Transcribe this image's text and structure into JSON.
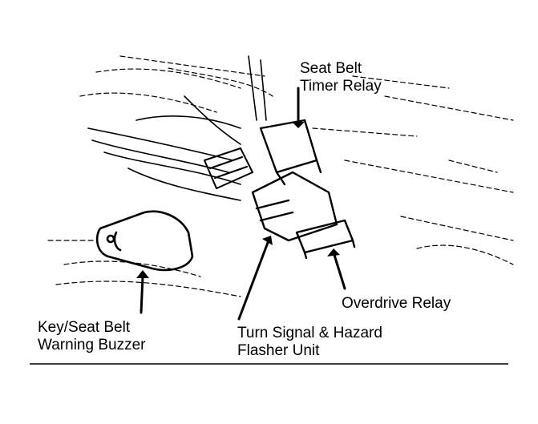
{
  "labels": {
    "seat_belt_timer_relay": {
      "line1": "Seat Belt",
      "line2": "Timer Relay"
    },
    "overdrive_relay": {
      "line1": "Overdrive Relay"
    },
    "key_seat_belt_warning_buzzer": {
      "line1": "Key/Seat Belt",
      "line2": "Warning Buzzer"
    },
    "turn_signal_hazard_flasher": {
      "line1": "Turn Signal & Hazard",
      "line2": "Flasher Unit"
    }
  },
  "colors": {
    "ink": "#000000",
    "paper": "#ffffff"
  }
}
